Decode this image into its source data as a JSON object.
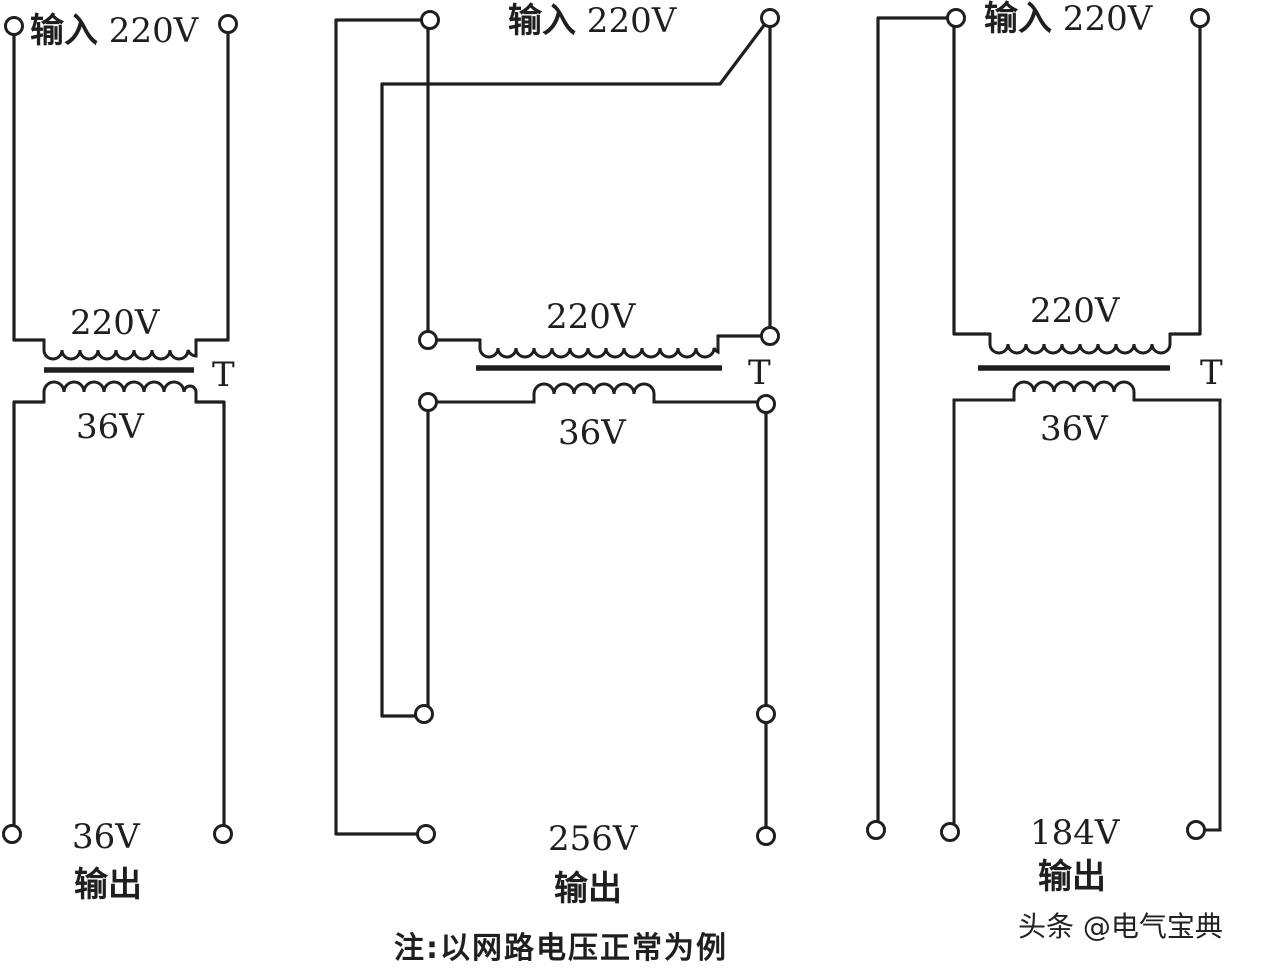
{
  "panel1": {
    "input_label": "输入 220V",
    "primary_label": "220V",
    "transformer_label": "T",
    "secondary_label": "36V",
    "output_voltage": "36V",
    "output_label": "输出"
  },
  "panel2": {
    "input_label": "输入 220V",
    "primary_label": "220V",
    "transformer_label": "T",
    "secondary_label": "36V",
    "output_voltage": "256V",
    "output_label": "输出"
  },
  "panel3": {
    "input_label": "输入 220V",
    "primary_label": "220V",
    "transformer_label": "T",
    "secondary_label": "36V",
    "output_voltage": "184V",
    "output_label": "输出"
  },
  "note": "注:以网路电压正常为例",
  "watermark": "头条 @电气宝典"
}
